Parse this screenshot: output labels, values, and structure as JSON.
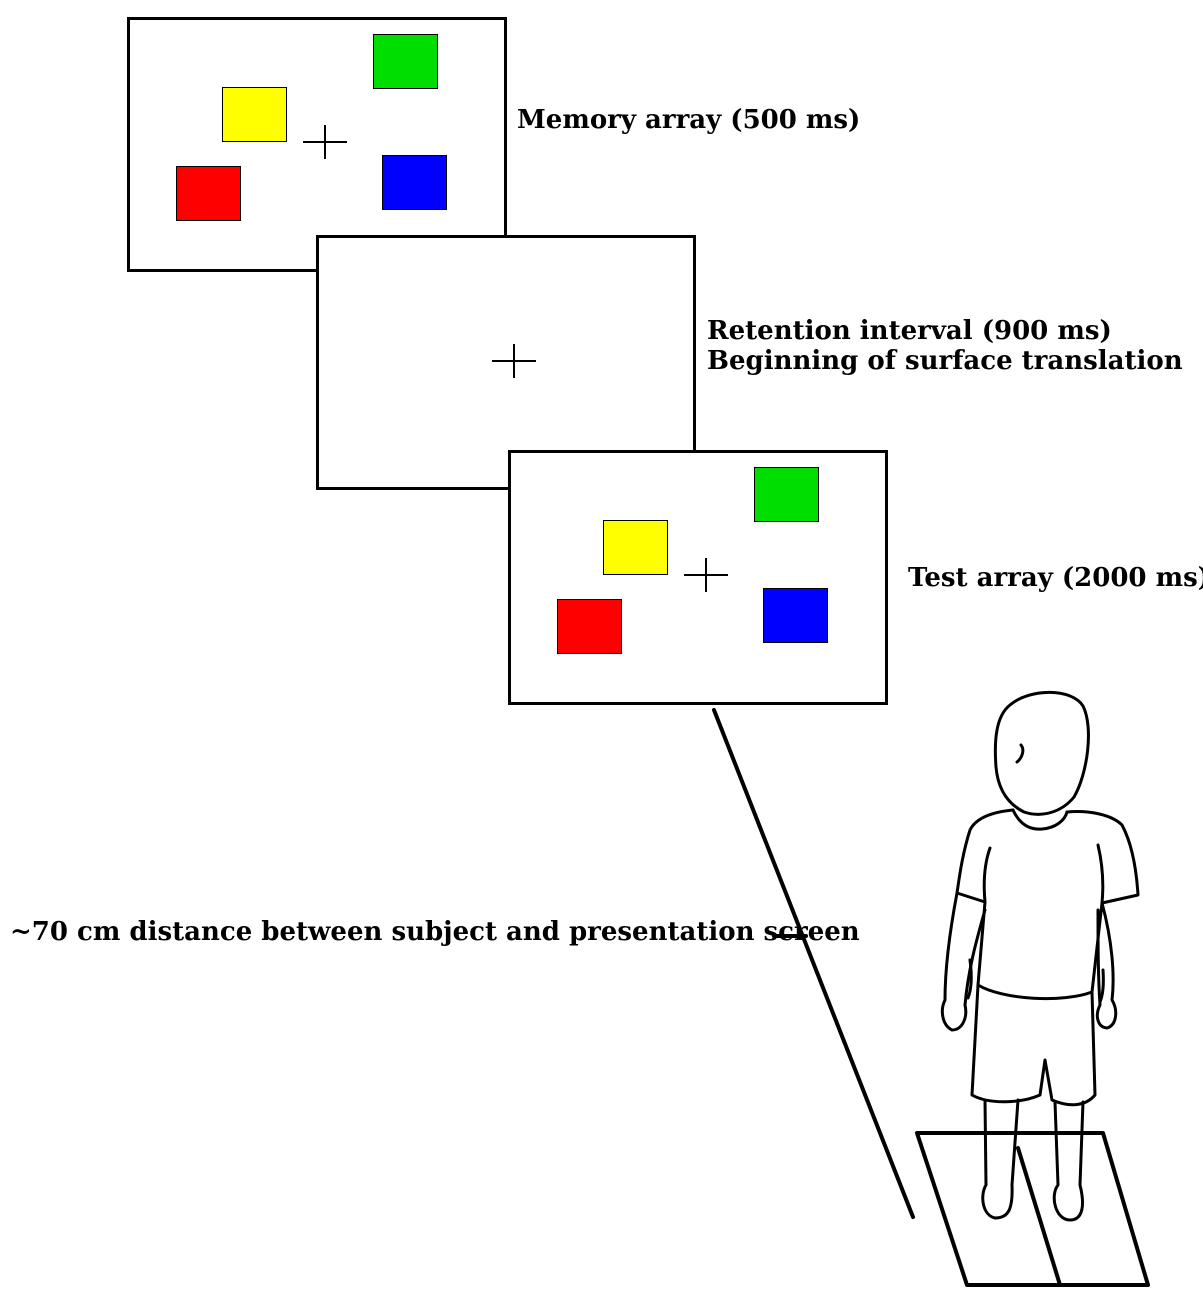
{
  "panels": [
    {
      "id": "memory-array",
      "label": "Memory array (500 ms)",
      "squares": [
        {
          "color_name": "green",
          "color": "#00dd00"
        },
        {
          "color_name": "yellow",
          "color": "#ffff00"
        },
        {
          "color_name": "red",
          "color": "#ff0000"
        },
        {
          "color_name": "blue",
          "color": "#0000ff"
        }
      ]
    },
    {
      "id": "retention-interval",
      "label_lines": [
        "Retention interval (900 ms)",
        "Beginning of surface translation"
      ]
    },
    {
      "id": "test-array",
      "label": "Test array (2000 ms)",
      "squares": [
        {
          "color_name": "green",
          "color": "#00dd00"
        },
        {
          "color_name": "yellow",
          "color": "#ffff00"
        },
        {
          "color_name": "red",
          "color": "#ff0000"
        },
        {
          "color_name": "blue",
          "color": "#0000ff"
        }
      ]
    }
  ],
  "distance_label": "~70 cm distance between subject and presentation screen",
  "icons": [
    "fixation-cross-icon",
    "standing-subject-figure",
    "movable-floor-surface"
  ]
}
